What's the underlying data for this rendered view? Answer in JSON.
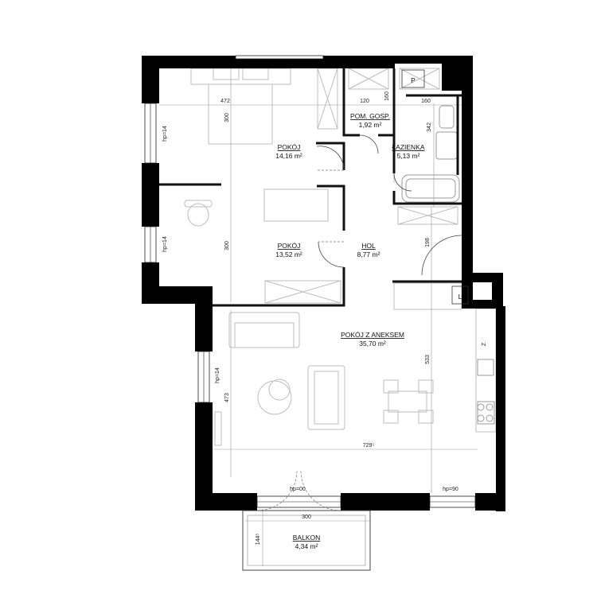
{
  "rooms": [
    {
      "id": "pokoj-1",
      "name": "POKÓJ",
      "area": "14,16 m²"
    },
    {
      "id": "pom-gosp",
      "name": "POM. GOSP.",
      "area": "1,92 m²"
    },
    {
      "id": "lazienka",
      "name": "ŁAZIENKA",
      "area": "5,13 m²"
    },
    {
      "id": "pokoj-2",
      "name": "POKÓJ",
      "area": "13,52 m²"
    },
    {
      "id": "hol",
      "name": "HOL",
      "area": "8,77 m²"
    },
    {
      "id": "pokoj-aneks",
      "name": "POKÓJ Z ANEKSEM",
      "area": "35,70 m²"
    },
    {
      "id": "balkon",
      "name": "BALKON",
      "area": "4,34 m²"
    }
  ],
  "dimensions": {
    "d472": "472",
    "d300a": "300",
    "d120": "120",
    "d160a": "160",
    "d160b": "160",
    "d342": "342",
    "d300b": "300",
    "d198": "198",
    "d533": "533",
    "d473": "473",
    "d729": "729⁵",
    "d300c": "300",
    "d144": "144⁵"
  },
  "sills": {
    "hp14a": "hp=14",
    "hp14b": "hp=14",
    "hp14c": "hp=14",
    "hp00": "hp=00",
    "hp90": "hp=90"
  },
  "symbols": {
    "p": "P",
    "l": "L",
    "z": "Z"
  }
}
